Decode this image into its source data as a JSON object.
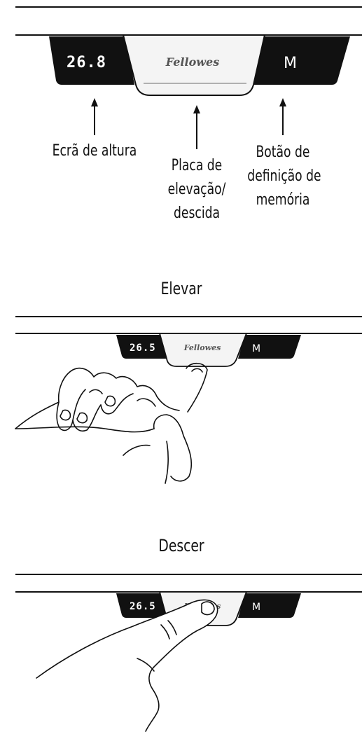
{
  "panel_top": {
    "height_display": "26.8",
    "brand": "Fellowes",
    "memory_button": "M"
  },
  "callouts": {
    "height_screen": "Ecrã de altura",
    "lift_plate_1": "Placa de",
    "lift_plate_2": "elevação/",
    "lift_plate_3": "descida",
    "memory_1": "Botão de",
    "memory_2": "definição de",
    "memory_3": "memória"
  },
  "raise": {
    "title": "Elevar",
    "height_display": "26.5",
    "brand": "Fellowes",
    "memory_button": "M"
  },
  "lower": {
    "title": "Descer",
    "height_display": "26.5",
    "brand": "Fellowes",
    "memory_button": "M"
  },
  "colors": {
    "panel": "#111111",
    "plate": "#f4f4f4",
    "line": "#111111"
  }
}
